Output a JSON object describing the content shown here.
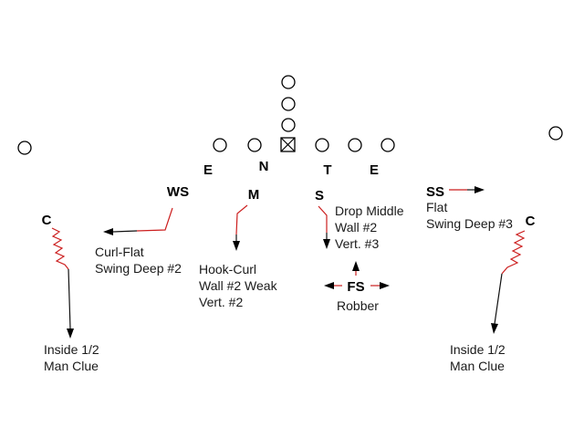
{
  "offense": {
    "backfield": [
      "circle",
      "circle",
      "circle"
    ],
    "line": [
      "circle",
      "circle",
      "center",
      "circle",
      "circle",
      "circle"
    ],
    "wide": [
      "circle",
      "circle"
    ]
  },
  "defensive_line": {
    "left_end": "E",
    "nose": "N",
    "tackle": "T",
    "right_end": "E"
  },
  "defenders": {
    "left_corner": {
      "label": "C",
      "lines": [
        "Inside 1/2",
        "Man Clue"
      ]
    },
    "weak_safety": {
      "label": "WS",
      "lines": [
        "Curl-Flat",
        "Swing Deep #2"
      ]
    },
    "mike": {
      "label": "M",
      "lines": [
        "Hook-Curl",
        "Wall #2 Weak",
        "Vert. #2"
      ]
    },
    "sam": {
      "label": "S",
      "lines": [
        "Drop Middle",
        "Wall #2",
        "Vert. #3"
      ]
    },
    "strong_safety": {
      "label": "SS",
      "lines": [
        "Flat",
        "Swing Deep #3"
      ]
    },
    "right_corner": {
      "label": "C",
      "lines": [
        "Inside 1/2",
        "Man Clue"
      ]
    },
    "free_safety": {
      "label": "FS",
      "lines": [
        "Robber"
      ]
    }
  },
  "colors": {
    "route": "#cc1f1f",
    "arrow": "#000000",
    "text": "#000000",
    "background": "#ffffff"
  }
}
